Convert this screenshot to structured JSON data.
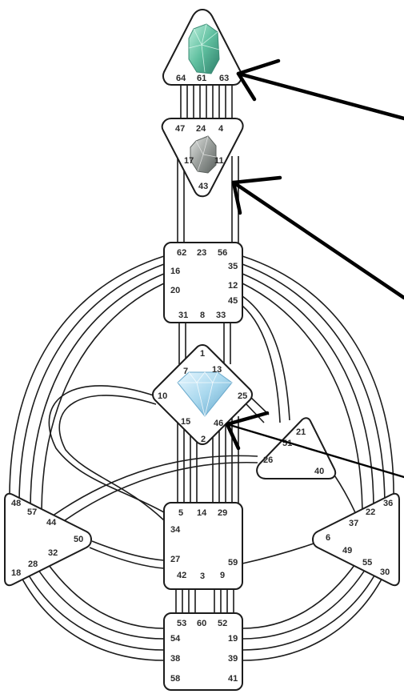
{
  "colors": {
    "stroke": "#1c1c1c",
    "fill": "#ffffff",
    "label": "#2b2b2b",
    "crystal_head": "#5fbf9f",
    "crystal_ajna": "#8a8f8c",
    "diamond_g": "#a9d8ee"
  },
  "icons": {
    "head_crystal": "green-crystal-icon",
    "ajna_crystal": "grey-crystal-icon",
    "g_center_diamond": "blue-diamond-icon"
  },
  "centers": {
    "head": {
      "gates": [
        "64",
        "61",
        "63"
      ]
    },
    "ajna": {
      "gates": [
        "47",
        "24",
        "4",
        "17",
        "11",
        "43"
      ]
    },
    "throat": {
      "gates": [
        "62",
        "23",
        "56",
        "16",
        "35",
        "20",
        "12",
        "45",
        "31",
        "8",
        "33"
      ]
    },
    "g": {
      "gates": [
        "1",
        "7",
        "13",
        "10",
        "25",
        "15",
        "46",
        "2"
      ]
    },
    "heart": {
      "gates": [
        "21",
        "51",
        "26",
        "40"
      ]
    },
    "spleen": {
      "gates": [
        "48",
        "57",
        "44",
        "50",
        "32",
        "28",
        "18"
      ]
    },
    "sacral": {
      "gates": [
        "5",
        "14",
        "29",
        "34",
        "27",
        "59",
        "42",
        "3",
        "9"
      ]
    },
    "solar": {
      "gates": [
        "36",
        "22",
        "37",
        "6",
        "49",
        "55",
        "30"
      ]
    },
    "root": {
      "gates": [
        "53",
        "60",
        "52",
        "54",
        "19",
        "38",
        "39",
        "58",
        "41"
      ]
    }
  }
}
